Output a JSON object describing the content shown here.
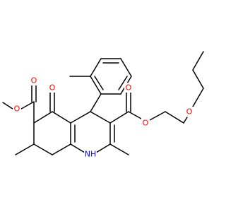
{
  "colors": {
    "background": "#ffffff",
    "bond": "#000000",
    "oxygen": "#ff0000",
    "nitrogen": "#0000ff"
  },
  "atom_labels": {
    "o_ester_methyl_single": "O",
    "o_ester_methyl_carbonyl": "O",
    "o_ketone": "O",
    "o_ester_right_carbonyl": "O",
    "o_ester_right_single": "O",
    "o_ether": "O",
    "nh": "NH"
  }
}
